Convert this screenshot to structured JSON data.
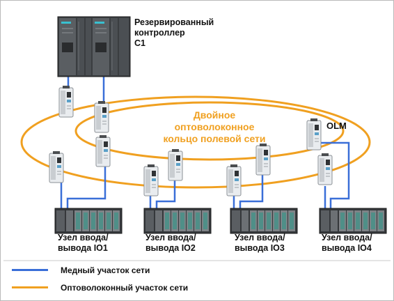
{
  "controller": {
    "label_lines": [
      "Резервированный",
      "контроллер",
      "С1"
    ]
  },
  "ring": {
    "label_lines": [
      "Двойное",
      "оптоволоконное",
      "кольцо полевой сети"
    ]
  },
  "olm": {
    "label": "OLM"
  },
  "io_nodes": [
    {
      "line1": "Узел ввода/",
      "line2": "вывода IO1"
    },
    {
      "line1": "Узел ввода/",
      "line2": "вывода IO2"
    },
    {
      "line1": "Узел ввода/",
      "line2": "вывода IO3"
    },
    {
      "line1": "Узел ввода/",
      "line2": "вывода IO4"
    }
  ],
  "legend": {
    "copper": "Медный участок сети",
    "fiber": "Оптоволоконный участок сети"
  },
  "colors": {
    "copper": "#3a6fd8",
    "fiber": "#f0a020",
    "ring_label": "#f0a020",
    "module_teal": "#4f8f88",
    "rack_dark": "#35383b"
  }
}
